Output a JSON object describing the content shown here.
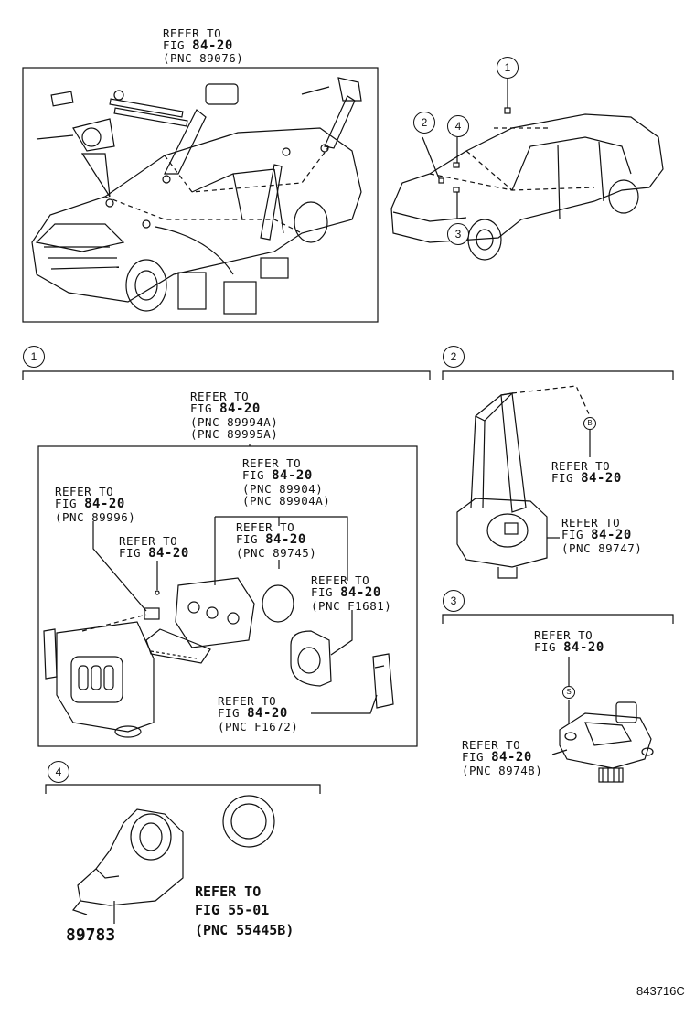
{
  "overview": {
    "ref_line1": "REFER TO",
    "ref_line2_a": "FIG",
    "ref_line2_b": "84-20",
    "ref_line3": "(PNC 89076)",
    "callouts": [
      "1",
      "2",
      "4",
      "3"
    ]
  },
  "section1": {
    "number": "1",
    "main_ref": {
      "line1": "REFER TO",
      "fig": "FIG",
      "num": "84-20",
      "pnc1": "(PNC 89994A)",
      "pnc2": "(PNC 89995A)"
    },
    "ref_89904": {
      "line1": "REFER TO",
      "fig": "FIG",
      "num": "84-20",
      "pnc1": "(PNC 89904)",
      "pnc2": "(PNC 89904A)"
    },
    "ref_89996": {
      "line1": "REFER TO",
      "fig": "FIG",
      "num": "84-20",
      "pnc": "(PNC 89996)"
    },
    "ref_fig": {
      "line1": "REFER TO",
      "fig": "FIG",
      "num": "84-20"
    },
    "ref_89745": {
      "line1": "REFER TO",
      "fig": "FIG",
      "num": "84-20",
      "pnc": "(PNC 89745)"
    },
    "ref_F1681": {
      "line1": "REFER TO",
      "fig": "FIG",
      "num": "84-20",
      "pnc": "(PNC F1681)"
    },
    "ref_F1672": {
      "line1": "REFER TO",
      "fig": "FIG",
      "num": "84-20",
      "pnc": "(PNC F1672)"
    }
  },
  "section2": {
    "number": "2",
    "marker": "B",
    "ref_top": {
      "line1": "REFER TO",
      "fig": "FIG",
      "num": "84-20"
    },
    "ref_89747": {
      "line1": "REFER TO",
      "fig": "FIG",
      "num": "84-20",
      "pnc": "(PNC 89747)"
    }
  },
  "section3": {
    "number": "3",
    "marker": "S",
    "ref_top": {
      "line1": "REFER TO",
      "fig": "FIG",
      "num": "84-20"
    },
    "ref_89748": {
      "line1": "REFER TO",
      "fig": "FIG",
      "num": "84-20",
      "pnc": "(PNC 89748)"
    }
  },
  "section4": {
    "number": "4",
    "part_number": "89783",
    "ref_line1": "REFER TO",
    "ref_line2": "FIG 55-01",
    "ref_line3": "(PNC 55445B)"
  },
  "figure_code": "843716C"
}
